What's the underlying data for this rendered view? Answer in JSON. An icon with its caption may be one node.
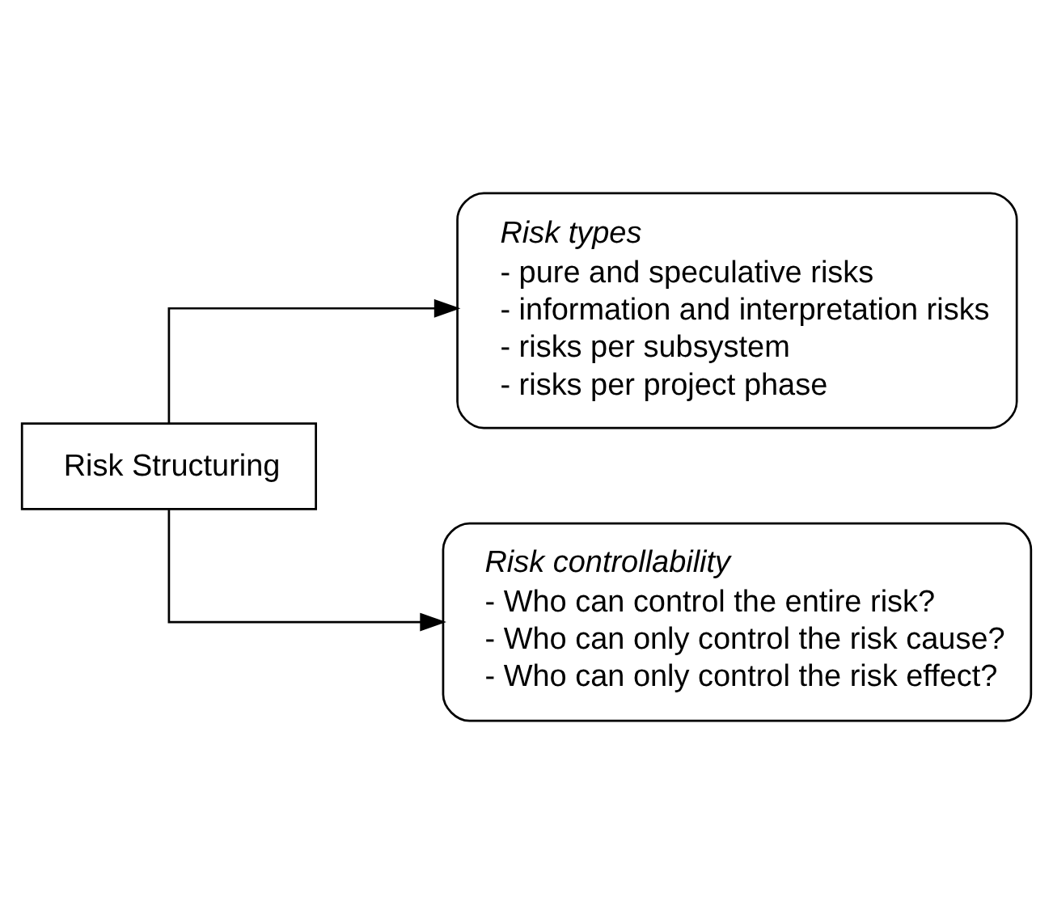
{
  "diagram": {
    "nodes": [
      {
        "text": [
          "Risk Structuring"
        ]
      },
      {
        "text": [
          "Risk types",
          "- pure and speculative risks",
          "- information and interpretation risks",
          "- risks per subsystem",
          "- risks per project phase"
        ]
      },
      {
        "text": [
          "Risk controllability",
          "- Who can control the entire risk?",
          "- Who can only control the risk cause?",
          "- Who can only control the risk effect?"
        ]
      }
    ],
    "edges": [
      {
        "from": 0,
        "to": 1,
        "arrow": "to"
      },
      {
        "from": 0,
        "to": 2,
        "arrow": "to"
      }
    ]
  }
}
